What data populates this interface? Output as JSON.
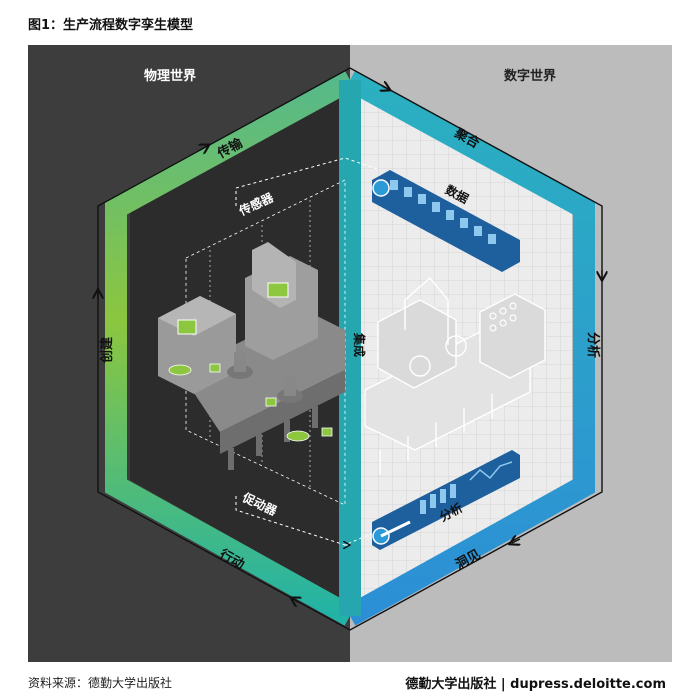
{
  "title": "图1：生产流程数字孪生模型",
  "regions": {
    "physical": "物理世界",
    "digital": "数字世界"
  },
  "cycle": {
    "sense": "传输",
    "aggregate": "聚合",
    "analyze": "分析",
    "insight": "洞见",
    "act": "行动",
    "create": "创建",
    "integrate": "集成"
  },
  "components": {
    "sensors": "传感器",
    "actuators": "促动器",
    "data": "数据",
    "analytics": "分析"
  },
  "footer": {
    "source": "资料来源：德勤大学出版社",
    "brand": "德勤大学出版社 | dupress.deloitte.com"
  },
  "colors": {
    "physical_bg": "#3d3d3d",
    "digital_bg": "#bcbcbc",
    "green": "#8cc63f",
    "teal": "#26a7b0",
    "blue": "#2c9ad6"
  }
}
